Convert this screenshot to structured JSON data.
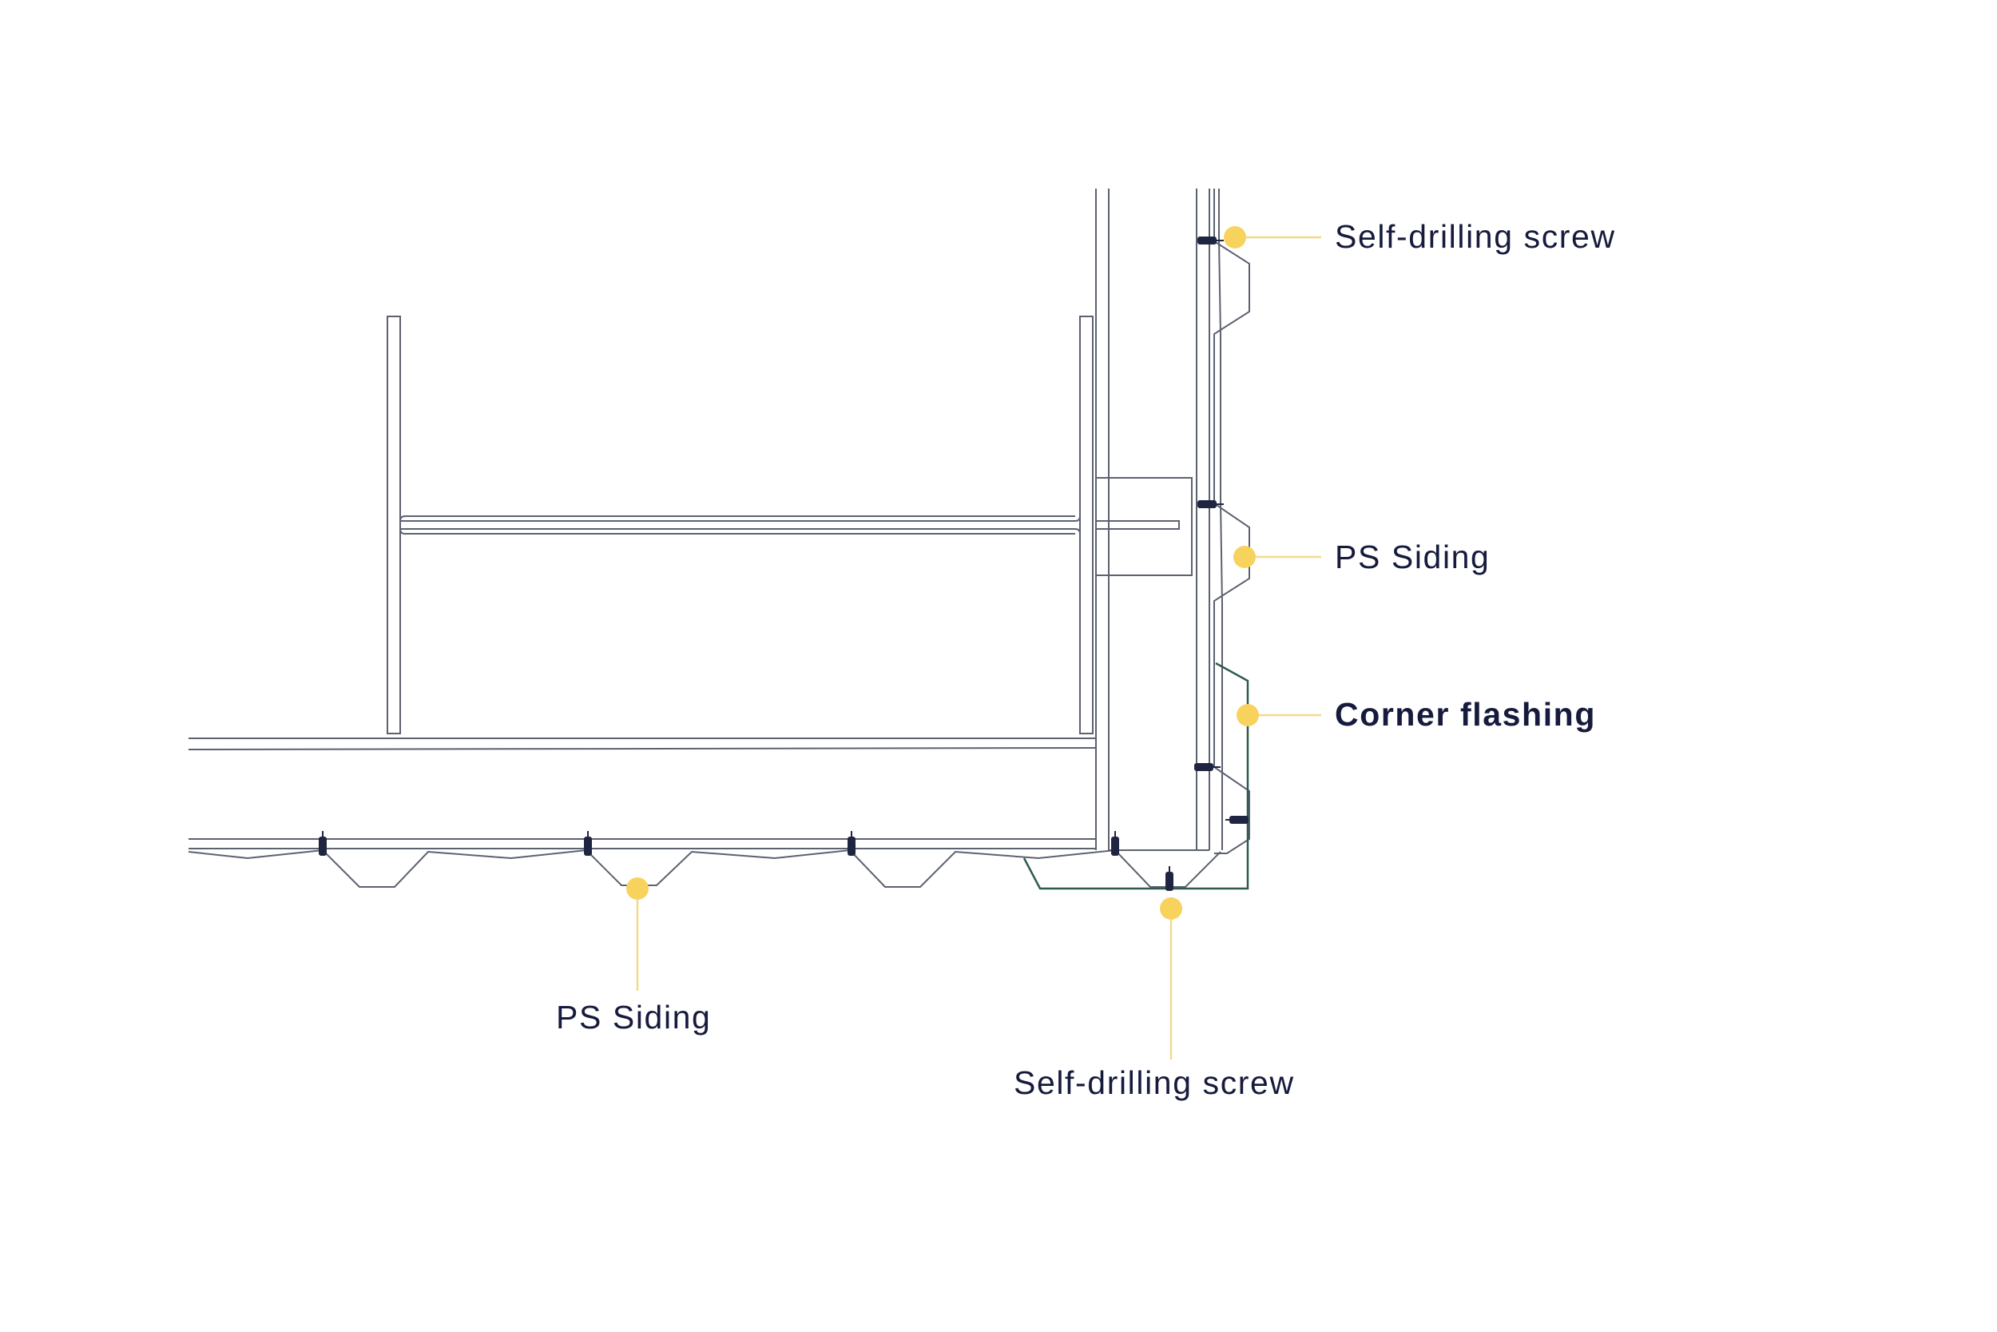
{
  "callouts": {
    "self_drilling_screw_top": "Self-drilling screw",
    "ps_siding_right": "PS Siding",
    "corner_flashing": "Corner flashing",
    "ps_siding_bottom": "PS Siding",
    "self_drilling_screw_bottom": "Self-drilling screw"
  },
  "colors": {
    "line": "#5c6170",
    "flashing": "#2e5a52",
    "screw": "#1f2540",
    "marker": "#f7d35e",
    "leader": "#f3d98a",
    "text": "#161b3d",
    "background": "#ffffff"
  }
}
